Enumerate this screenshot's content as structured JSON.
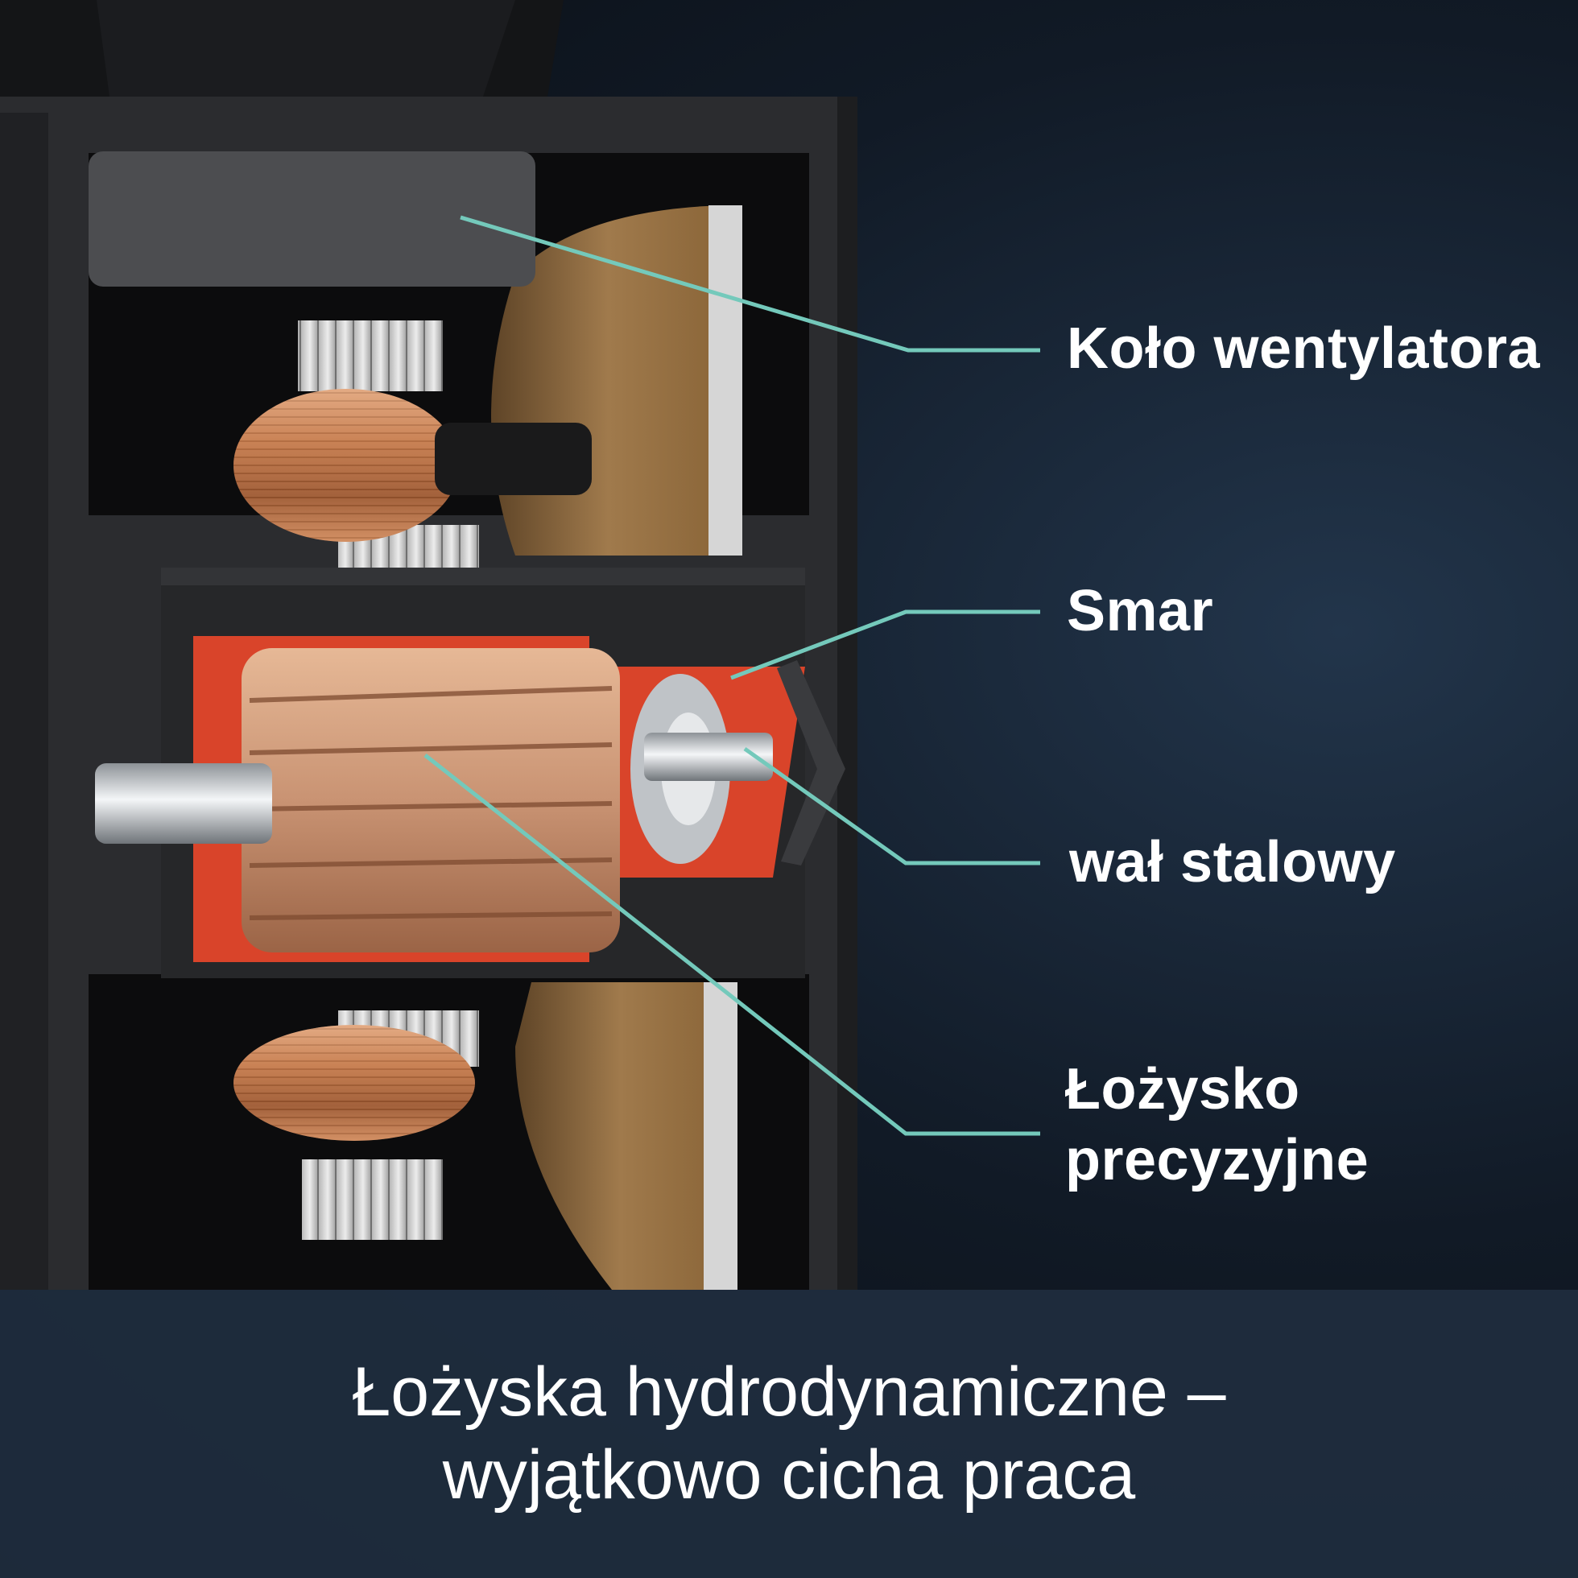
{
  "diagram": {
    "labels": {
      "fan_wheel": "Koło wentylatora",
      "grease": "Smar",
      "steel_shaft": "wał stalowy",
      "bearing_line1": "Łożysko",
      "bearing_line2": "precyzyjne"
    },
    "leader_color": "#74c9bb"
  },
  "caption": {
    "line1": "Łożyska hydrodynamiczne –",
    "line2": "wyjątkowo cicha praca"
  }
}
